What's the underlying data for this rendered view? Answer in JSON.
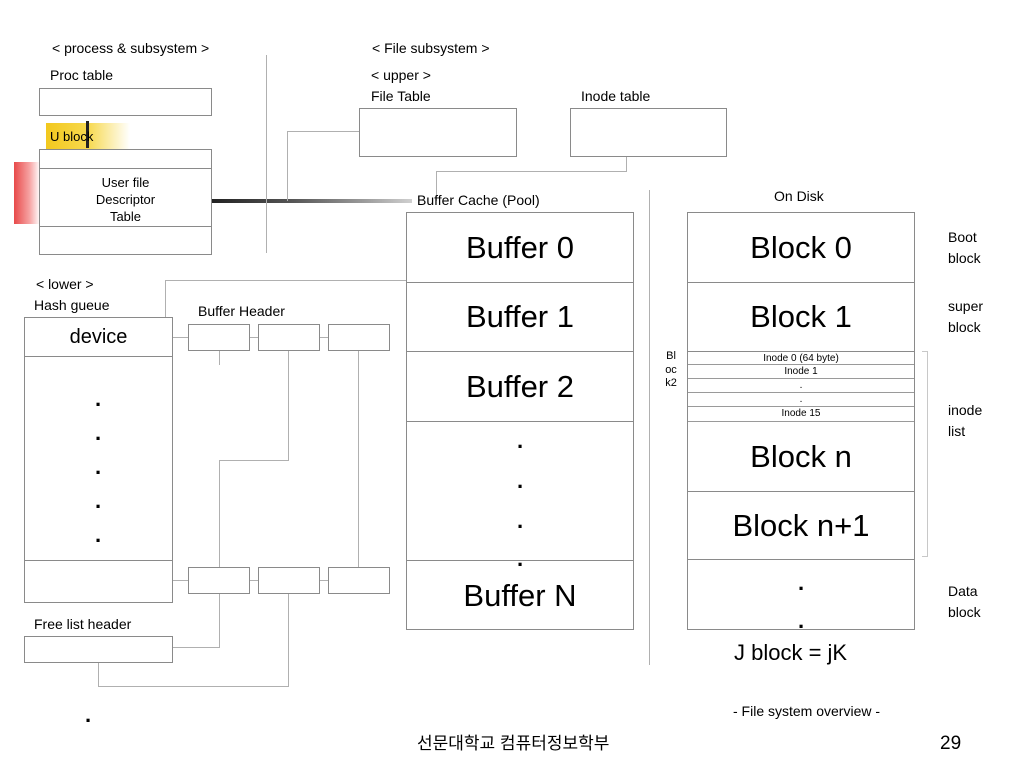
{
  "labels": {
    "process_subsystem": "< process & subsystem >",
    "proc_table": "Proc  table",
    "u_block": "U block",
    "user_file_desc": "User file\nDescriptor\nTable",
    "lower": "< lower >",
    "hash_queue": "Hash gueue",
    "device": "device",
    "buffer_header": "Buffer Header",
    "free_list_header": "Free list header",
    "file_subsystem": "< File subsystem >",
    "upper": "< upper >",
    "file_table": "File Table",
    "inode_table": "Inode  table",
    "buffer_cache": "Buffer Cache (Pool)",
    "on_disk": "On Disk",
    "block2_vertical": "Block2",
    "j_block": "J block = jK",
    "caption": "- File system overview -",
    "footer_school": "선문대학교 컴퓨터정보학부",
    "page_number": "29",
    "dot": "."
  },
  "buffer_cache": [
    "Buffer 0",
    "Buffer 1",
    "Buffer 2",
    "Buffer N"
  ],
  "disk_blocks": [
    "Block 0",
    "Block 1",
    "Block n",
    "Block n+1"
  ],
  "inode_list_rows": [
    "Inode 0   (64 byte)",
    "Inode 1",
    ".",
    ".",
    "Inode 15"
  ],
  "disk_annotations": {
    "boot": "Boot\nblock",
    "super": "super\n block",
    "inode": "inode\nlist",
    "data": "Data\nblock"
  },
  "colors": {
    "u_block_highlight": "#f2c81e",
    "red_marker": "#e84a4a",
    "line_gray": "#b0b0b0",
    "box_border": "#8a8a8a"
  }
}
